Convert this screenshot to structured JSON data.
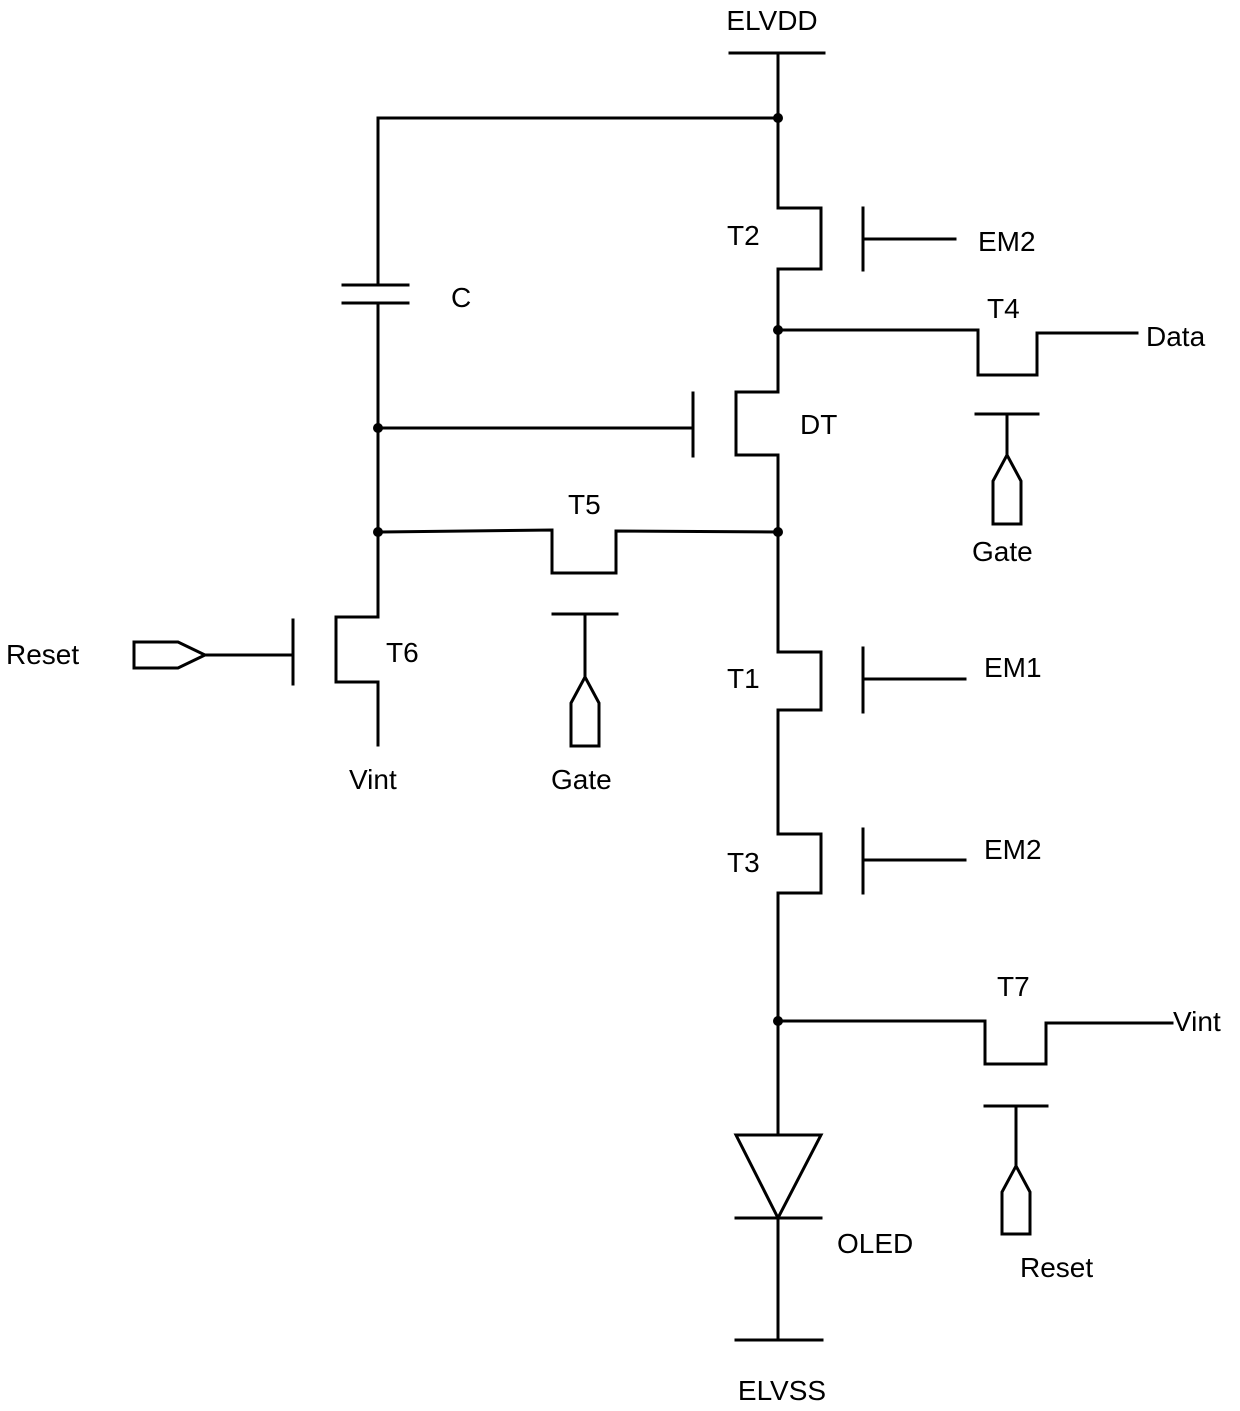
{
  "labels": {
    "elvdd": "ELVDD",
    "elvss": "ELVSS",
    "t1": "T1",
    "t2": "T2",
    "t3": "T3",
    "t4": "T4",
    "t5": "T5",
    "t6": "T6",
    "t7": "T7",
    "dt": "DT",
    "c": "C",
    "oled": "OLED",
    "em1": "EM1",
    "em2_top": "EM2",
    "em2_bottom": "EM2",
    "data": "Data",
    "gate_t4": "Gate",
    "gate_t5": "Gate",
    "reset_t6": "Reset",
    "reset_t7": "Reset",
    "vint_t6": "Vint",
    "vint_t7": "Vint"
  }
}
